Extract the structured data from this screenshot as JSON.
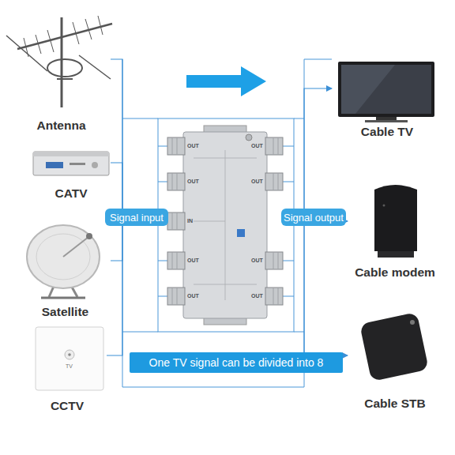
{
  "diagram": {
    "nodes": [
      {
        "text": [
          "Antenna"
        ]
      },
      {
        "text": [
          "CATV"
        ]
      },
      {
        "text": [
          "Satellite"
        ]
      },
      {
        "text": [
          "CCTV"
        ]
      },
      {
        "text": [
          "Signal input"
        ]
      },
      {
        "text": [
          "OUT",
          "OUT",
          "OUT",
          "OUT",
          "IN",
          "OUT",
          "OUT",
          "OUT",
          "OUT"
        ]
      },
      {
        "text": [
          "Signal output"
        ]
      },
      {
        "text": [
          "Cable TV"
        ]
      },
      {
        "text": [
          "Cable modem"
        ]
      },
      {
        "text": [
          "Cable STB"
        ]
      },
      {
        "text": [
          "One TV signal can be divided into 8"
        ]
      }
    ],
    "edges": [
      {
        "from": 0,
        "to": 5,
        "arrow": "to"
      },
      {
        "from": 1,
        "to": 5,
        "arrow": "to"
      },
      {
        "from": 2,
        "to": 5,
        "arrow": "to"
      },
      {
        "from": 3,
        "to": 5,
        "arrow": "to"
      },
      {
        "from": 5,
        "to": 7,
        "arrow": "to"
      },
      {
        "from": 5,
        "to": 8,
        "arrow": "to"
      },
      {
        "from": 5,
        "to": 9,
        "arrow": "to"
      }
    ],
    "labels": [
      "TV"
    ]
  }
}
